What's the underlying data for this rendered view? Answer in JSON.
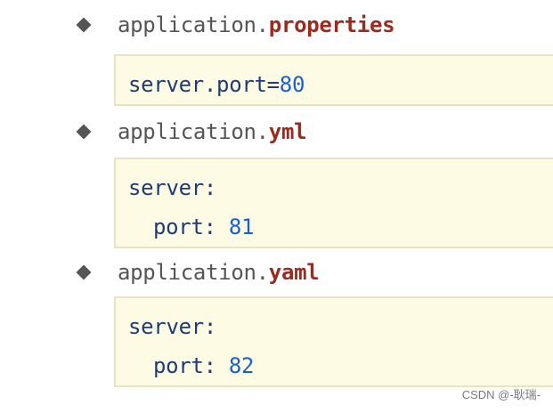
{
  "files": [
    {
      "base": "application.",
      "ext": "properties",
      "lines": [
        {
          "key": "server.port=",
          "value": "80"
        }
      ]
    },
    {
      "base": "application.",
      "ext": "yml",
      "lines": [
        {
          "key": "server:",
          "value": ""
        },
        {
          "key": "port: ",
          "value": "81"
        }
      ]
    },
    {
      "base": "application.",
      "ext": "yaml",
      "lines": [
        {
          "key": "server:",
          "value": ""
        },
        {
          "key": "port: ",
          "value": "82"
        }
      ]
    }
  ],
  "watermark": "CSDN @-耿瑞-"
}
